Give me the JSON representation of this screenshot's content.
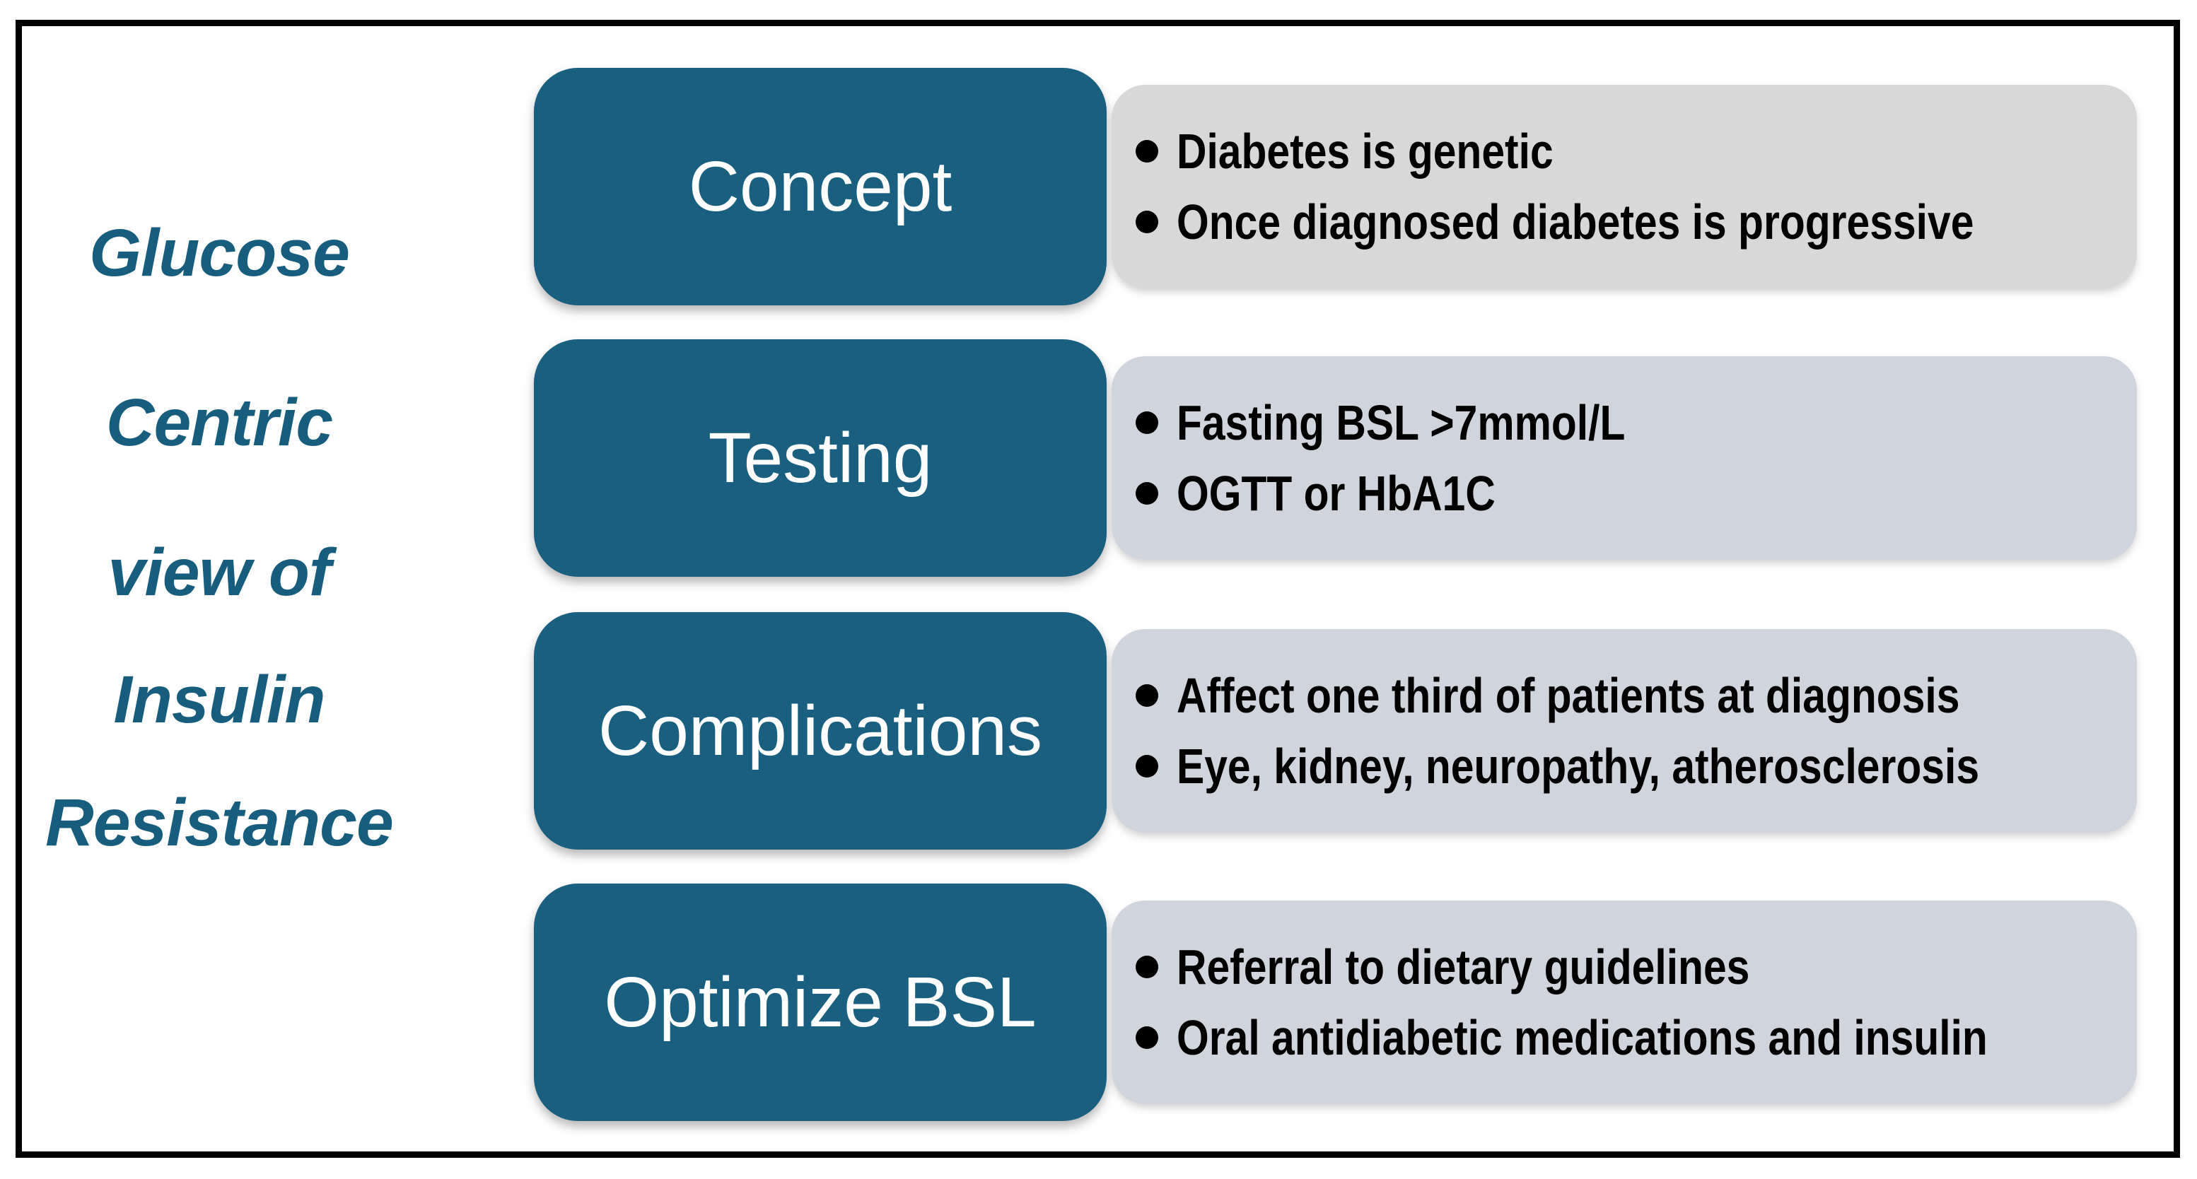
{
  "figure": {
    "left_title_lines": [
      "Glucose",
      "Centric",
      "view of",
      "Insulin",
      "Resistance"
    ],
    "rows": [
      {
        "label": "Concept",
        "panel_color": "#D8D8D8",
        "bullets": [
          "Diabetes is genetic",
          "Once diagnosed diabetes is progressive"
        ]
      },
      {
        "label": "Testing",
        "panel_color": "#D0D5DD",
        "bullets": [
          "Fasting BSL >7mmol/L",
          "OGTT or HbA1C"
        ]
      },
      {
        "label": "Complications",
        "panel_color": "#D0D5DD",
        "bullets": [
          "Affect one third of patients at diagnosis",
          "Eye, kidney, neuropathy, atherosclerosis"
        ]
      },
      {
        "label": "Optimize BSL",
        "panel_color": "#D0D5DD",
        "bullets": [
          "Referral to dietary guidelines",
          "Oral antidiabetic medications and insulin"
        ]
      }
    ],
    "colors": {
      "stage_box": "#195F80",
      "left_title_text": "#175E7E",
      "bullet_text": "#000000",
      "frame_border": "#000000",
      "background": "#FFFFFF"
    }
  }
}
